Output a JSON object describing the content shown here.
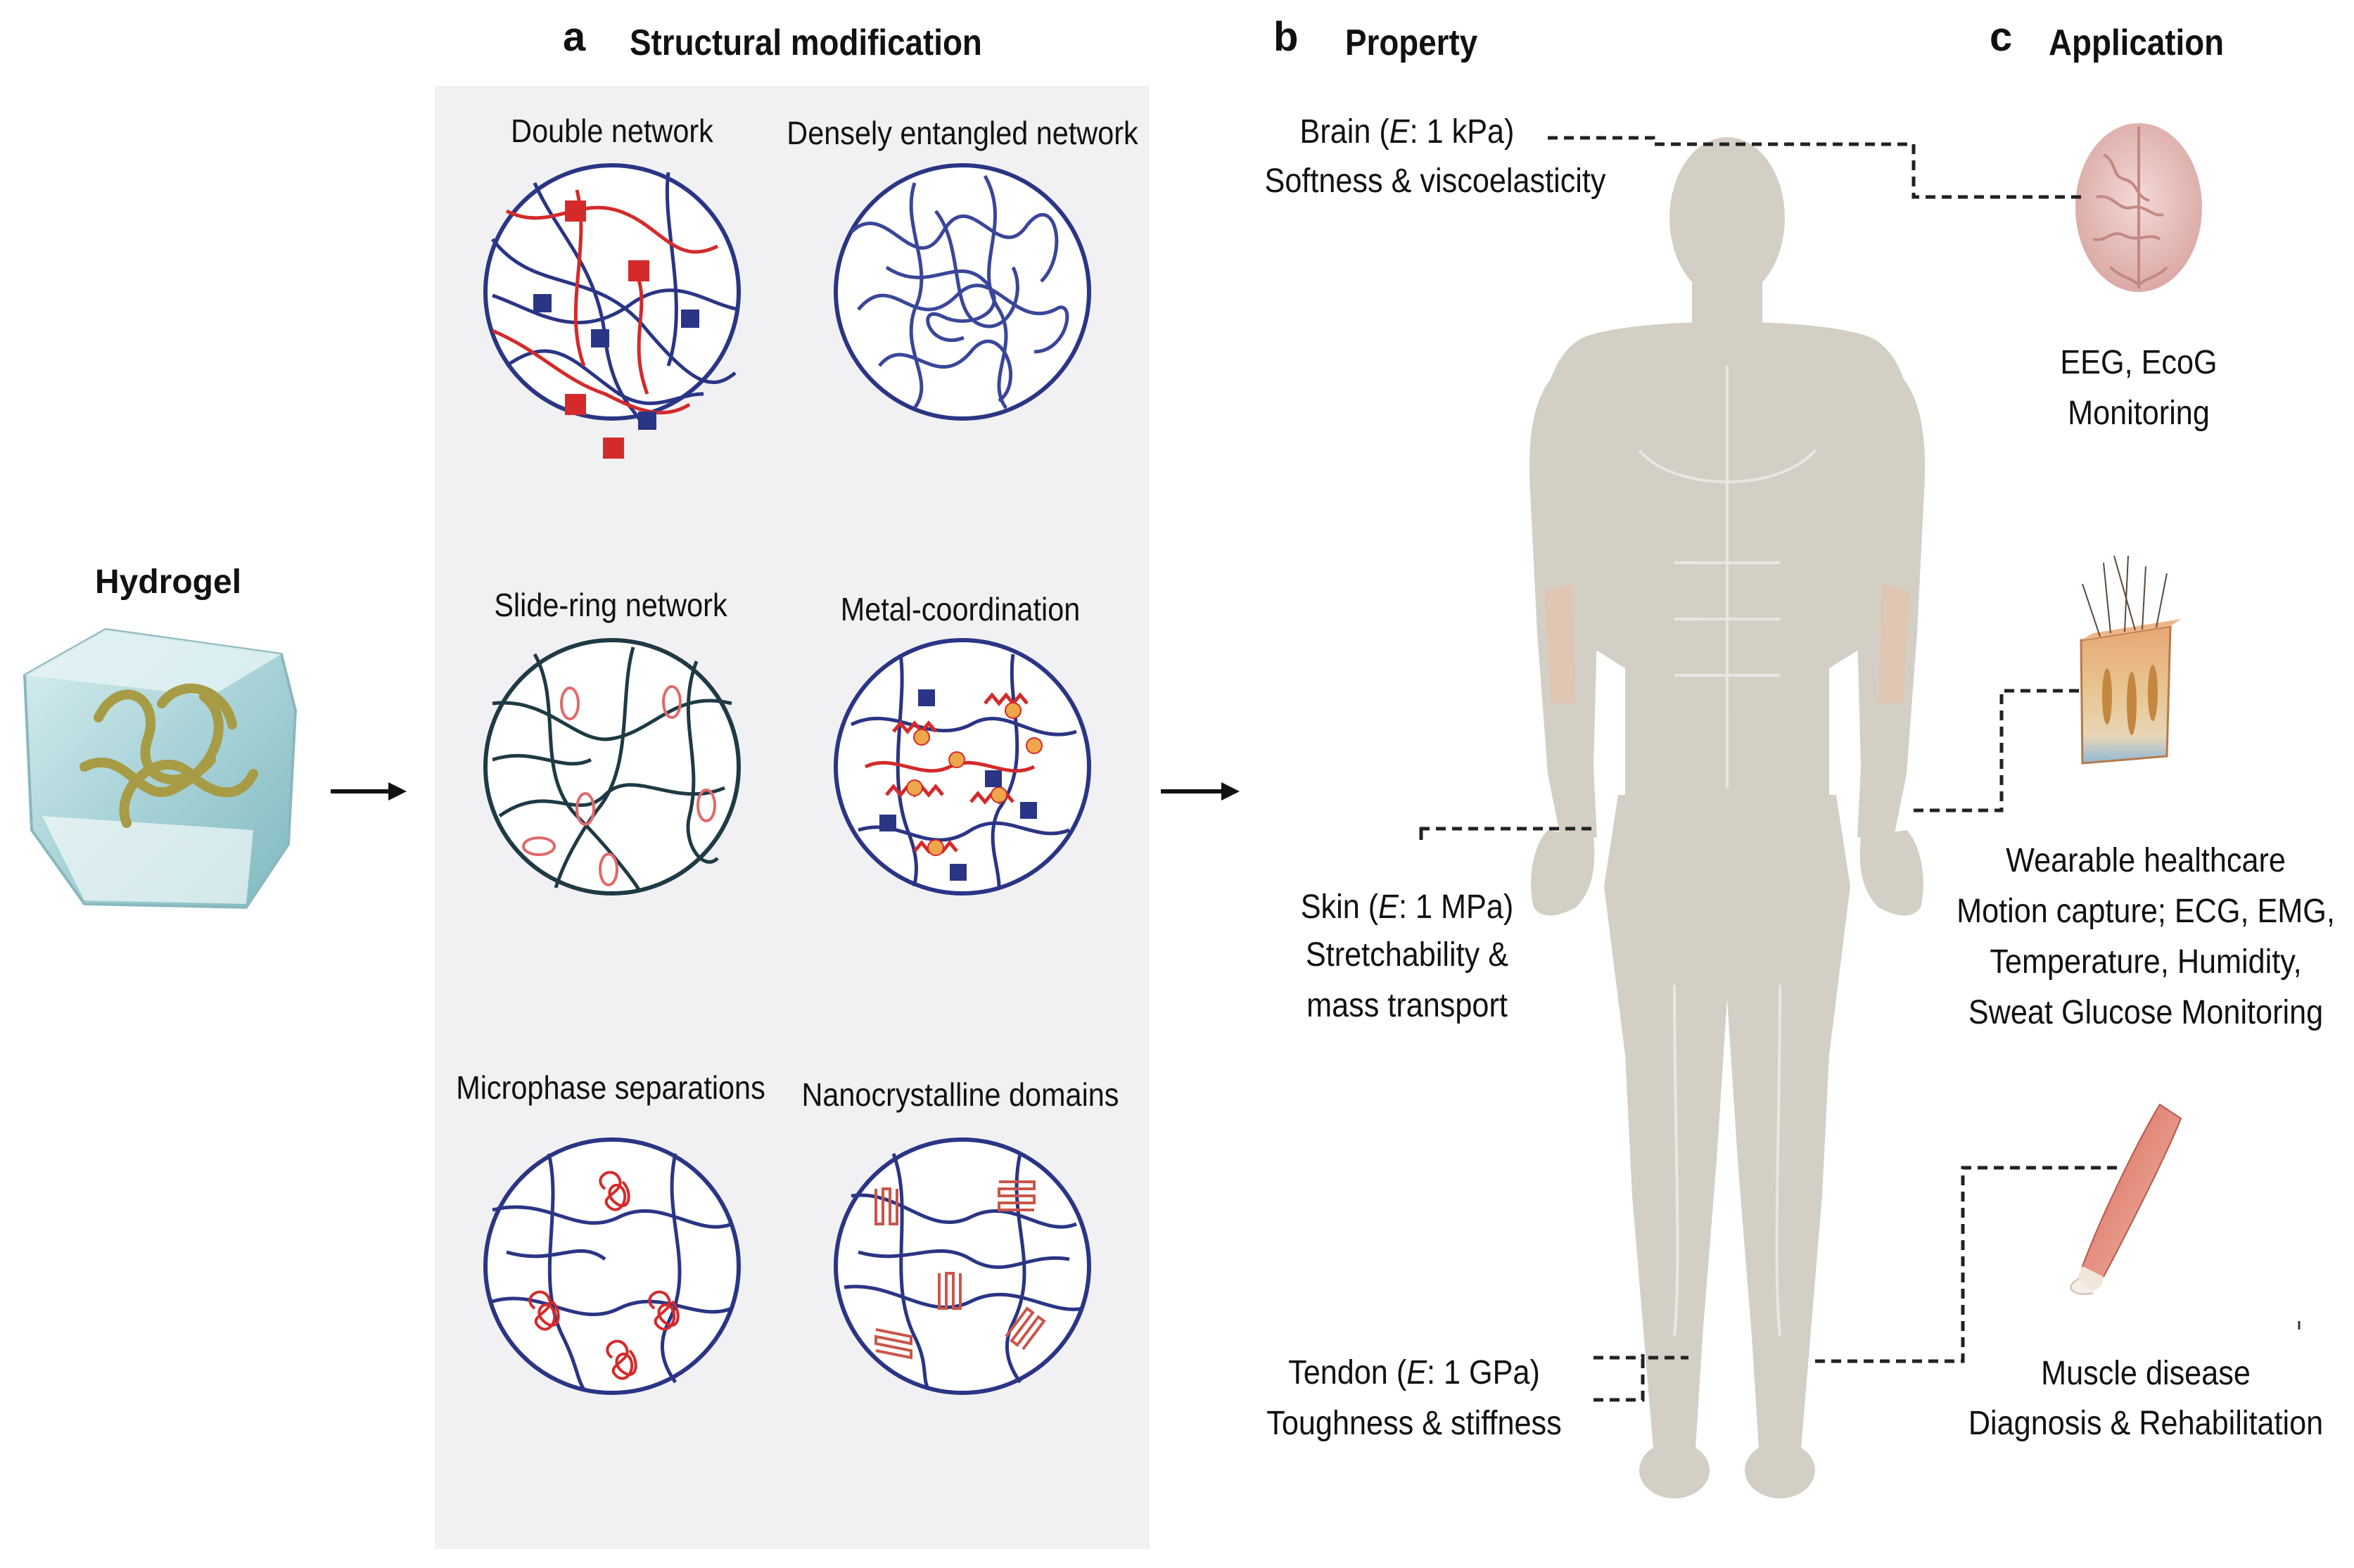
{
  "hydrogel_label": "Hydrogel",
  "panel_a": {
    "letter": "a",
    "title": "Structural modification"
  },
  "panel_b": {
    "letter": "b",
    "title": "Property"
  },
  "panel_c": {
    "letter": "c",
    "title": "Application"
  },
  "networks": {
    "double": "Double network",
    "dense": "Densely entangled network",
    "slide": "Slide-ring network",
    "metal": "Metal-coordination",
    "micro": "Microphase separations",
    "nano": "Nanocrystalline domains"
  },
  "properties": {
    "brain_prefix": "Brain (",
    "brain_e": "E",
    "brain_suffix": ": 1 kPa)",
    "brain_desc": "Softness & viscoelasticity",
    "skin_prefix": "Skin (",
    "skin_e": "E",
    "skin_suffix": ": 1 MPa)",
    "skin_desc1": "Stretchability &",
    "skin_desc2": "mass transport",
    "tendon_prefix": "Tendon (",
    "tendon_e": "E",
    "tendon_suffix": ": 1 GPa)",
    "tendon_desc": "Toughness & stiffness"
  },
  "applications": {
    "brain1": "EEG, EcoG",
    "brain2": "Monitoring",
    "skin1": "Wearable healthcare",
    "skin2": "Motion capture; ECG, EMG,",
    "skin3": "Temperature, Humidity,",
    "skin4": "Sweat Glucose Monitoring",
    "muscle1": "Muscle disease",
    "muscle2": "Diagnosis & Rehabilitation"
  },
  "colors": {
    "red": "#d42a2a",
    "blue": "#2a3585",
    "dark": "#1f3a44",
    "body": "#d3cfc5",
    "panel": "#f1f1f3"
  }
}
